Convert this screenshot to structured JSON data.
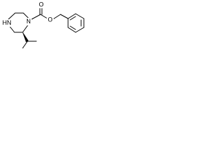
{
  "molecule": {
    "atoms": [
      {
        "id": "hn",
        "label": "HN"
      },
      {
        "id": "n1",
        "label": "N"
      },
      {
        "id": "o_carbonyl",
        "label": "O"
      },
      {
        "id": "o_ester",
        "label": "O"
      }
    ],
    "colors": {
      "bond": "#000000",
      "text": "#000000",
      "background": "#ffffff"
    }
  }
}
